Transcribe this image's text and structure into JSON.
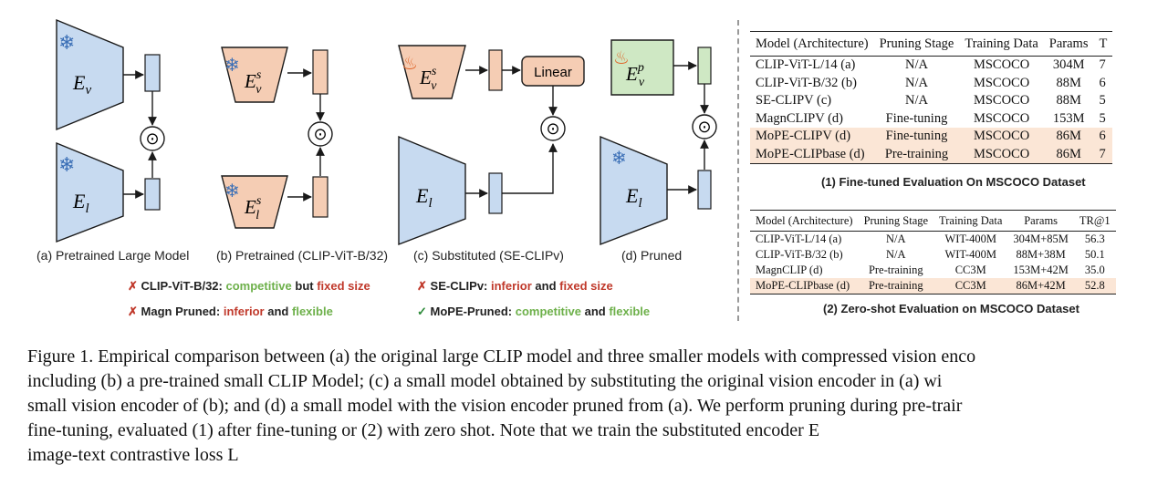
{
  "diagram": {
    "labels": {
      "ev": "E",
      "ev_sub": "v",
      "el": "E",
      "el_sub": "l",
      "evs_sup": "s",
      "els_sup": "s",
      "evp_sup": "p",
      "linear": "Linear",
      "odot": "⊙"
    },
    "panels": [
      {
        "caption": "(a) Pretrained Large Model"
      },
      {
        "caption": "(b) Pretrained (CLIP-ViT-B/32)"
      },
      {
        "caption": "(c) Substituted (SE-CLIPv)"
      },
      {
        "caption": "(d) Pruned"
      }
    ],
    "legend": [
      {
        "mark": "✗",
        "name": "CLIP-ViT-B/32:",
        "w1": "competitive",
        "mid": "but",
        "w2": "fixed size"
      },
      {
        "mark": "✗",
        "name": "SE-CLIPv:",
        "w1": "inferior",
        "mid": "and",
        "w2": "fixed size"
      },
      {
        "mark": "✗",
        "name": "Magn Pruned:",
        "w1": "inferior",
        "mid": "and",
        "w2": "flexible"
      },
      {
        "mark": "✓",
        "name": "MoPE-Pruned:",
        "w1": "competitive",
        "mid": "and",
        "w2": "flexible"
      }
    ],
    "colors": {
      "blue": "#c7daf0",
      "orange": "#f5cdb4",
      "green": "#cfe8c4",
      "stroke": "#1a1a1a",
      "snow": "#3b6fb6",
      "fire": "#e0652a"
    }
  },
  "table1": {
    "headers": [
      "Model (Architecture)",
      "Pruning Stage",
      "Training Data",
      "Params",
      "T"
    ],
    "rows": [
      [
        "CLIP-ViT-L/14 (a)",
        "N/A",
        "MSCOCO",
        "304M",
        "7"
      ],
      [
        "CLIP-ViT-B/32 (b)",
        "N/A",
        "MSCOCO",
        "88M",
        "6"
      ],
      [
        "SE-CLIPV (c)",
        "N/A",
        "MSCOCO",
        "88M",
        "5"
      ],
      [
        "MagnCLIPV (d)",
        "Fine-tuning",
        "MSCOCO",
        "153M",
        "5"
      ],
      [
        "MoPE-CLIPV (d)",
        "Fine-tuning",
        "MSCOCO",
        "86M",
        "6"
      ],
      [
        "MoPE-CLIPbase (d)",
        "Pre-training",
        "MSCOCO",
        "86M",
        "7"
      ]
    ],
    "caption": "(1) Fine-tuned Evaluation On MSCOCO Dataset"
  },
  "table2": {
    "headers": [
      "Model (Architecture)",
      "Pruning Stage",
      "Training Data",
      "Params",
      "TR@1"
    ],
    "rows": [
      [
        "CLIP-ViT-L/14 (a)",
        "N/A",
        "WIT-400M",
        "304M+85M",
        "56.3"
      ],
      [
        "CLIP-ViT-B/32 (b)",
        "N/A",
        "WIT-400M",
        "88M+38M",
        "50.1"
      ],
      [
        "MagnCLIP (d)",
        "Pre-training",
        "CC3M",
        "153M+42M",
        "35.0"
      ],
      [
        "MoPE-CLIPbase (d)",
        "Pre-training",
        "CC3M",
        "86M+42M",
        "52.8"
      ]
    ],
    "caption": "(2) Zero-shot Evaluation on MSCOCO Dataset"
  },
  "caption": {
    "lines": [
      "Figure 1. Empirical comparison between (a) the original large CLIP model and three smaller models with compressed vision enco",
      "including (b) a pre-trained small CLIP Model; (c) a small model obtained by substituting the original vision encoder in (a) wi",
      "small vision encoder of (b); and (d) a small model with the vision encoder pruned from (a). We perform pruning during pre-trair",
      "fine-tuning, evaluated (1) after fine-tuning or (2) with zero shot. Note that we train the substituted encoder E",
      "image-text contrastive loss L"
    ]
  }
}
